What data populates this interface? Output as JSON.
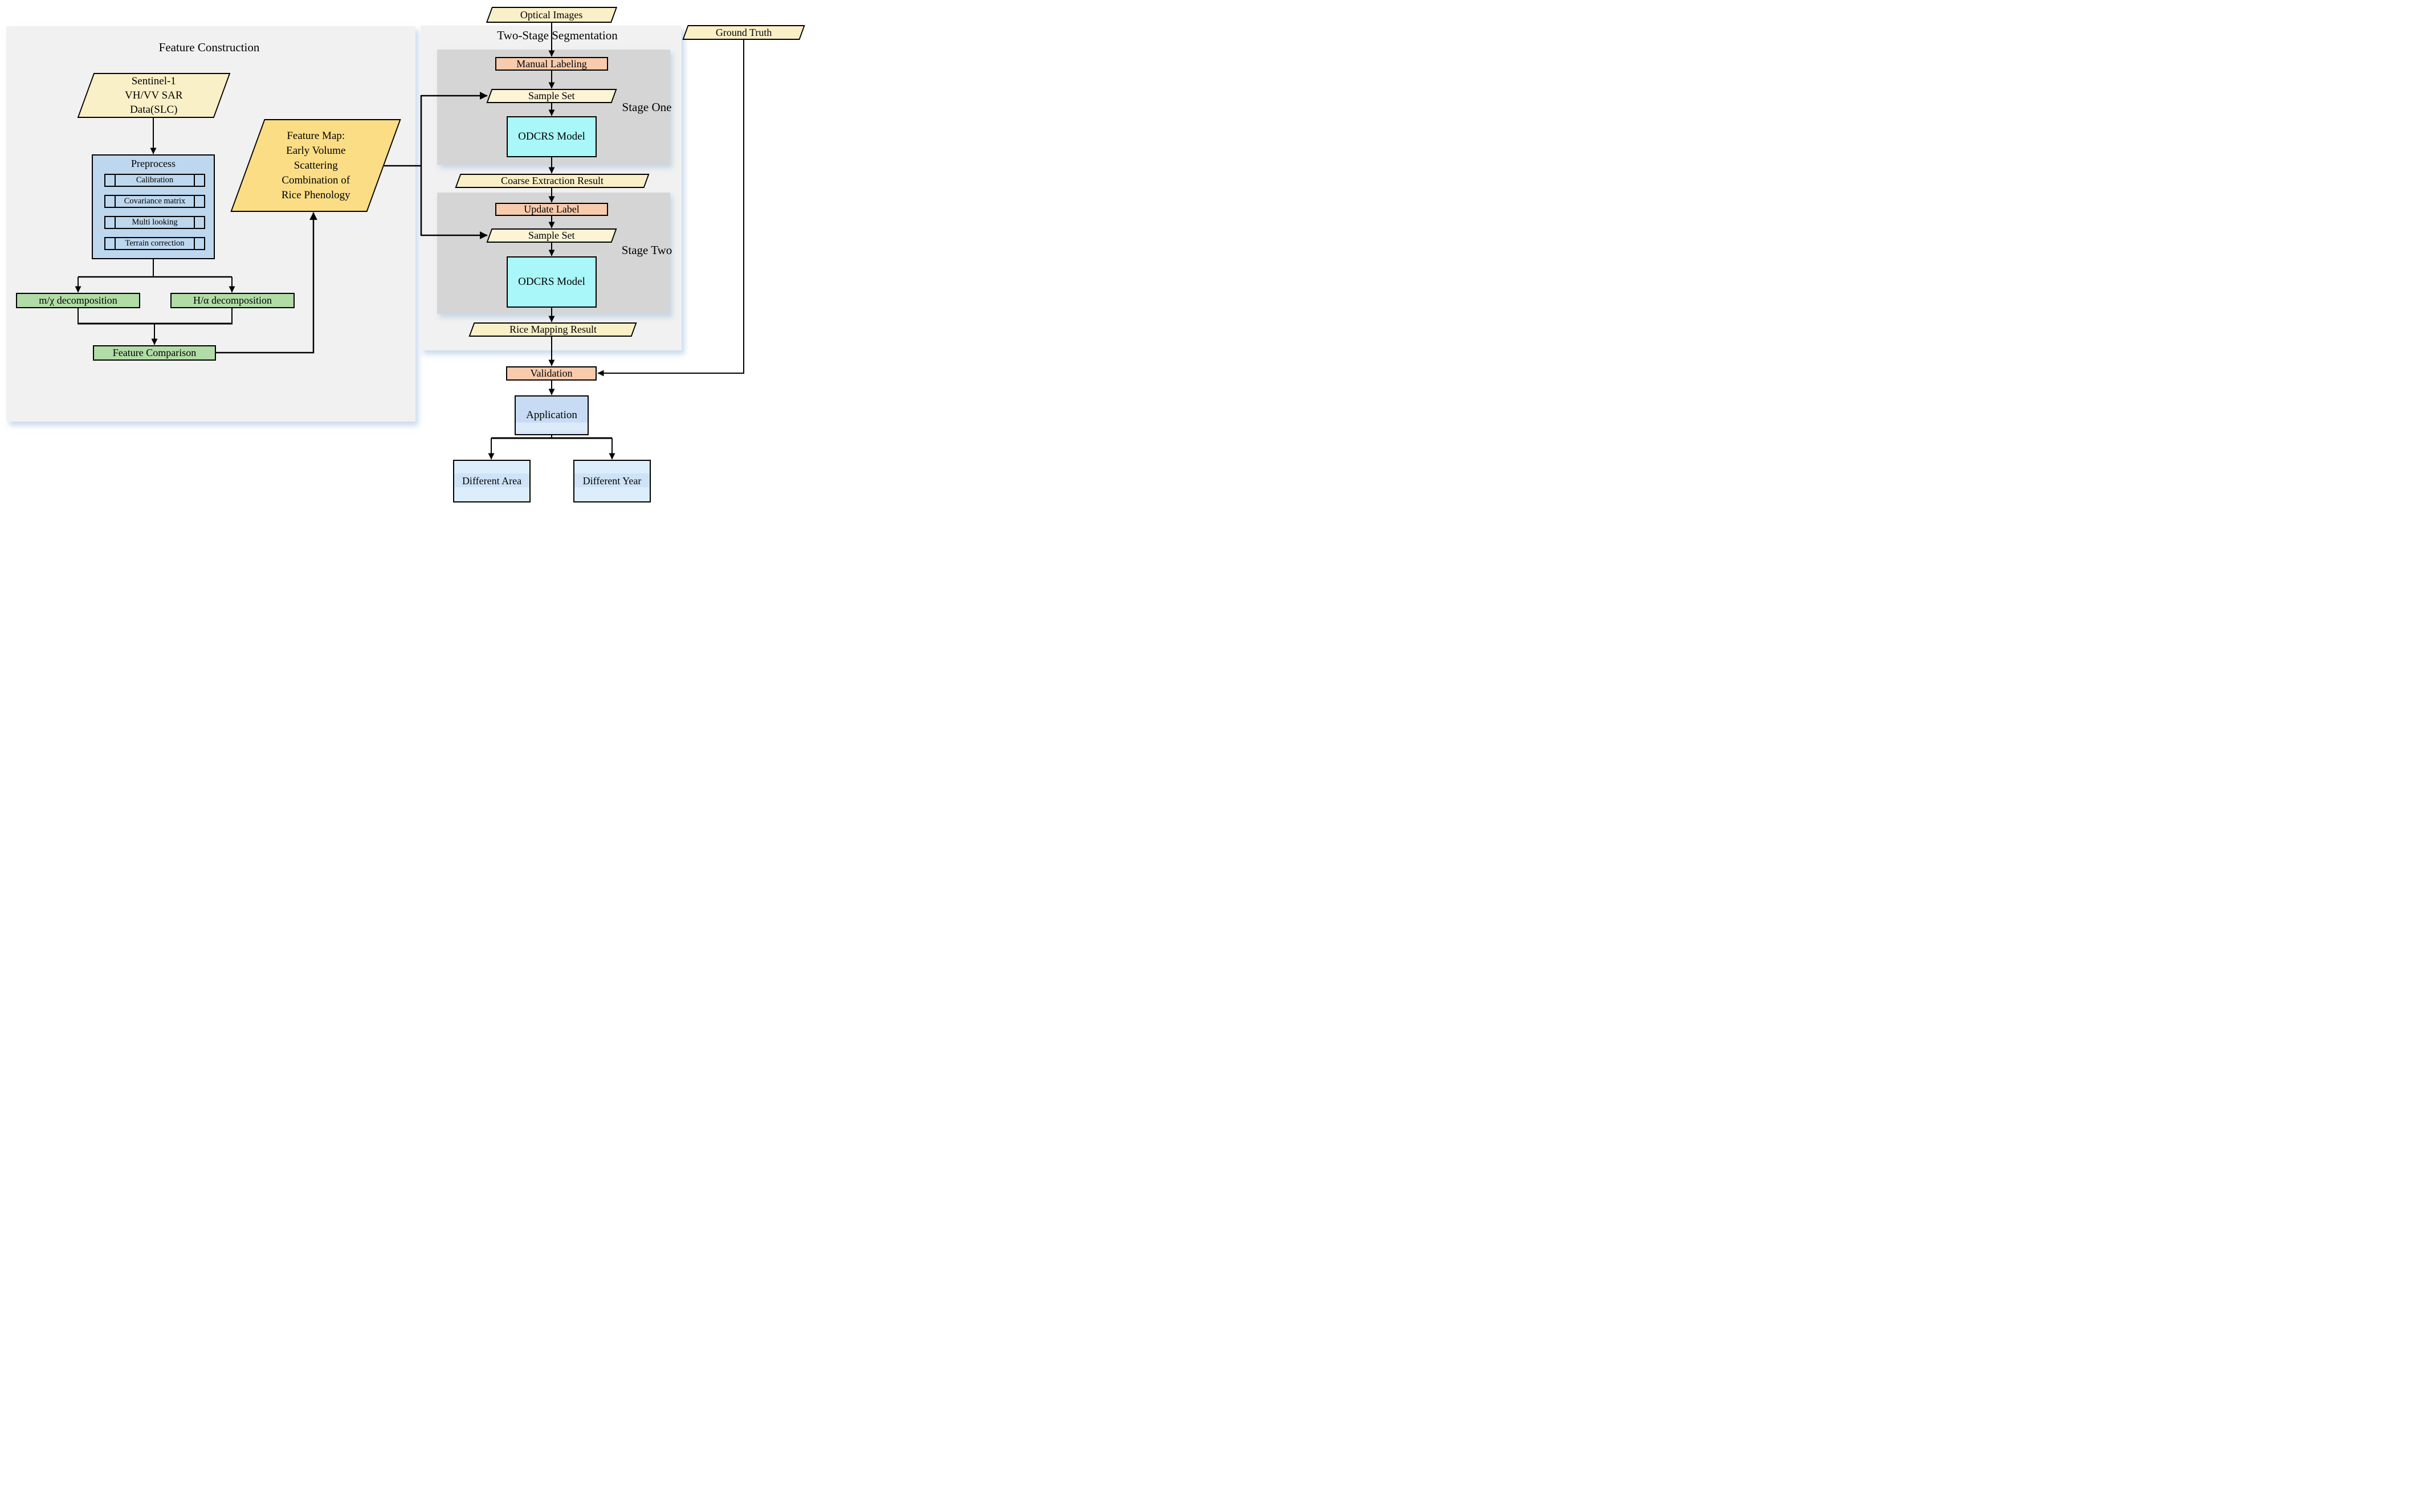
{
  "palette": {
    "background": "#FFFFFF",
    "panel_gray": "#F1F1F1",
    "stage_gray": "#D5D5D5",
    "io_yellow": "#FAF0C8",
    "sample_yellow": "#FCF4D4",
    "feature_map_gold": "#FBDD86",
    "process_orange": "#F8CBAD",
    "model_cyan": "#A9F7F8",
    "preprocess_blue": "#BDD7EE",
    "decomposition_green": "#B1DCA6",
    "application_blue": "#C7DCF4",
    "output_blue": "#DCEEFB",
    "line_black": "#000000"
  },
  "left_panel": {
    "title": "Feature Construction",
    "sentinel_input": "Sentinel-1\nVH/VV SAR\nData(SLC)",
    "preprocess": {
      "title": "Preprocess",
      "steps": [
        "Calibration",
        "Covariance matrix",
        "Multi looking",
        "Terrain correction"
      ]
    },
    "decomposition_left": "m/χ decomposition",
    "decomposition_right": "H/α  decomposition",
    "feature_comparison": "Feature Comparison",
    "feature_map": "Feature  Map:\nEarly Volume\nScattering\nCombination of\nRice Phenology"
  },
  "right_panel": {
    "title": "Two-Stage Segmentation",
    "optical_images": "Optical Images",
    "ground_truth": "Ground Truth",
    "stage_one": {
      "label": "Stage One",
      "manual_labeling": "Manual Labeling",
      "sample_set": "Sample Set",
      "model": "ODCRS Model"
    },
    "coarse_result": "Coarse Extraction Result",
    "stage_two": {
      "label": "Stage Two",
      "update_label": "Update Label",
      "sample_set": "Sample  Set",
      "model": "ODCRS Model"
    },
    "rice_result": "Rice Mapping  Result",
    "validation": "Validation",
    "application": "Application",
    "outputs": {
      "area": "Different Area",
      "year": "Different Year"
    }
  }
}
